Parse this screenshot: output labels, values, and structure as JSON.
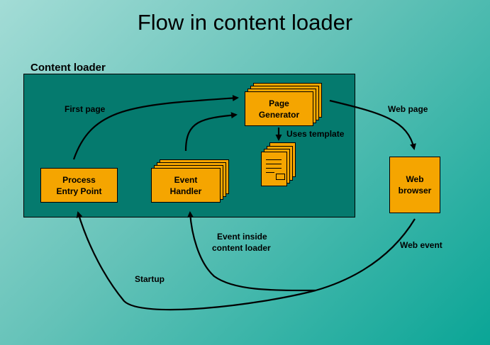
{
  "title": "Flow in content loader",
  "container_label": "Content loader",
  "nodes": {
    "process_entry": {
      "line1": "Process",
      "line2": "Entry Point"
    },
    "event_handler": {
      "line1": "Event",
      "line2": "Handler"
    },
    "page_generator": {
      "line1": "Page",
      "line2": "Generator"
    },
    "web_browser": {
      "line1": "Web",
      "line2": "browser"
    }
  },
  "edges": {
    "first_page": "First page",
    "uses_template": "Uses template",
    "web_page": "Web page",
    "web_event": "Web event",
    "event_inside_1": "Event inside",
    "event_inside_2": "content loader",
    "startup": "Startup"
  },
  "colors": {
    "box": "#f5a500",
    "container": "#057a6e",
    "background_start": "#a3dcd6",
    "background_end": "#0aa596"
  }
}
